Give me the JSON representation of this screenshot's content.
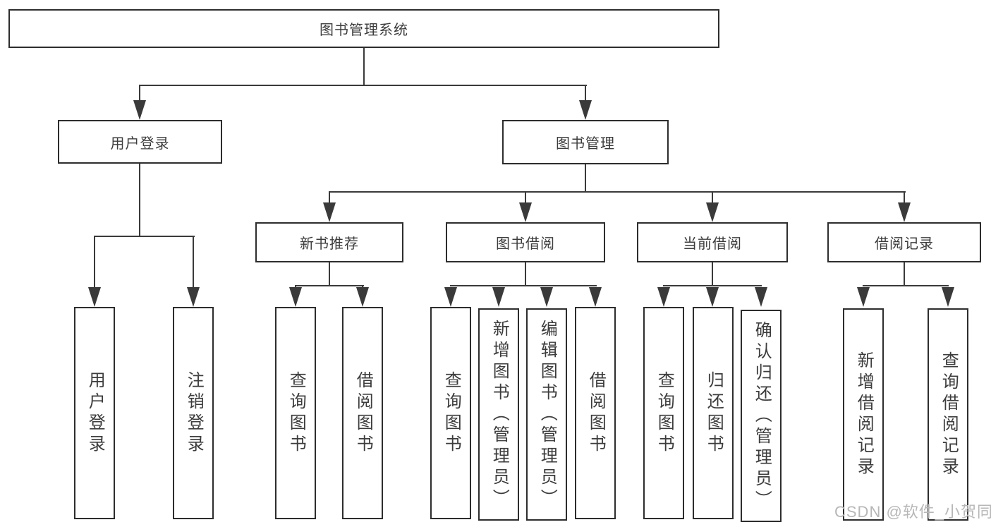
{
  "nodes": {
    "root": "图书管理系统",
    "user_login": "用户登录",
    "book_mgmt": "图书管理",
    "new_book": "新书推荐",
    "book_borrow": "图书借阅",
    "current_borrow": "当前借阅",
    "borrow_record": "借阅记录",
    "leaf_user_login": "用户登录",
    "leaf_logout": "注销登录",
    "leaf_nb_query": "查询图书",
    "leaf_nb_borrow": "借阅图书",
    "leaf_bb_query": "查询图书",
    "leaf_bb_add": "新增图书（管理员）",
    "leaf_bb_edit": "编辑图书（管理员）",
    "leaf_bb_borrow": "借阅图书",
    "leaf_cb_query": "查询图书",
    "leaf_cb_return": "归还图书",
    "leaf_cb_confirm": "确认归还（管理员）",
    "leaf_br_add": "新增借阅记录",
    "leaf_br_query": "查询借阅记录"
  },
  "hierarchy": {
    "图书管理系统": [
      "用户登录",
      "图书管理"
    ],
    "用户登录": [
      "用户登录",
      "注销登录"
    ],
    "图书管理": [
      "新书推荐",
      "图书借阅",
      "当前借阅",
      "借阅记录"
    ],
    "新书推荐": [
      "查询图书",
      "借阅图书"
    ],
    "图书借阅": [
      "查询图书",
      "新增图书（管理员）",
      "编辑图书（管理员）",
      "借阅图书"
    ],
    "当前借阅": [
      "查询图书",
      "归还图书",
      "确认归还（管理员）"
    ],
    "借阅记录": [
      "新增借阅记录",
      "查询借阅记录"
    ]
  },
  "watermark": "CSDN @软件_小贺同学",
  "colors": {
    "line": "#3a3a3a",
    "border": "#2d2d2d",
    "text": "#3c3c3c",
    "watermark": "#b7b7b7",
    "background": "#ffffff"
  }
}
